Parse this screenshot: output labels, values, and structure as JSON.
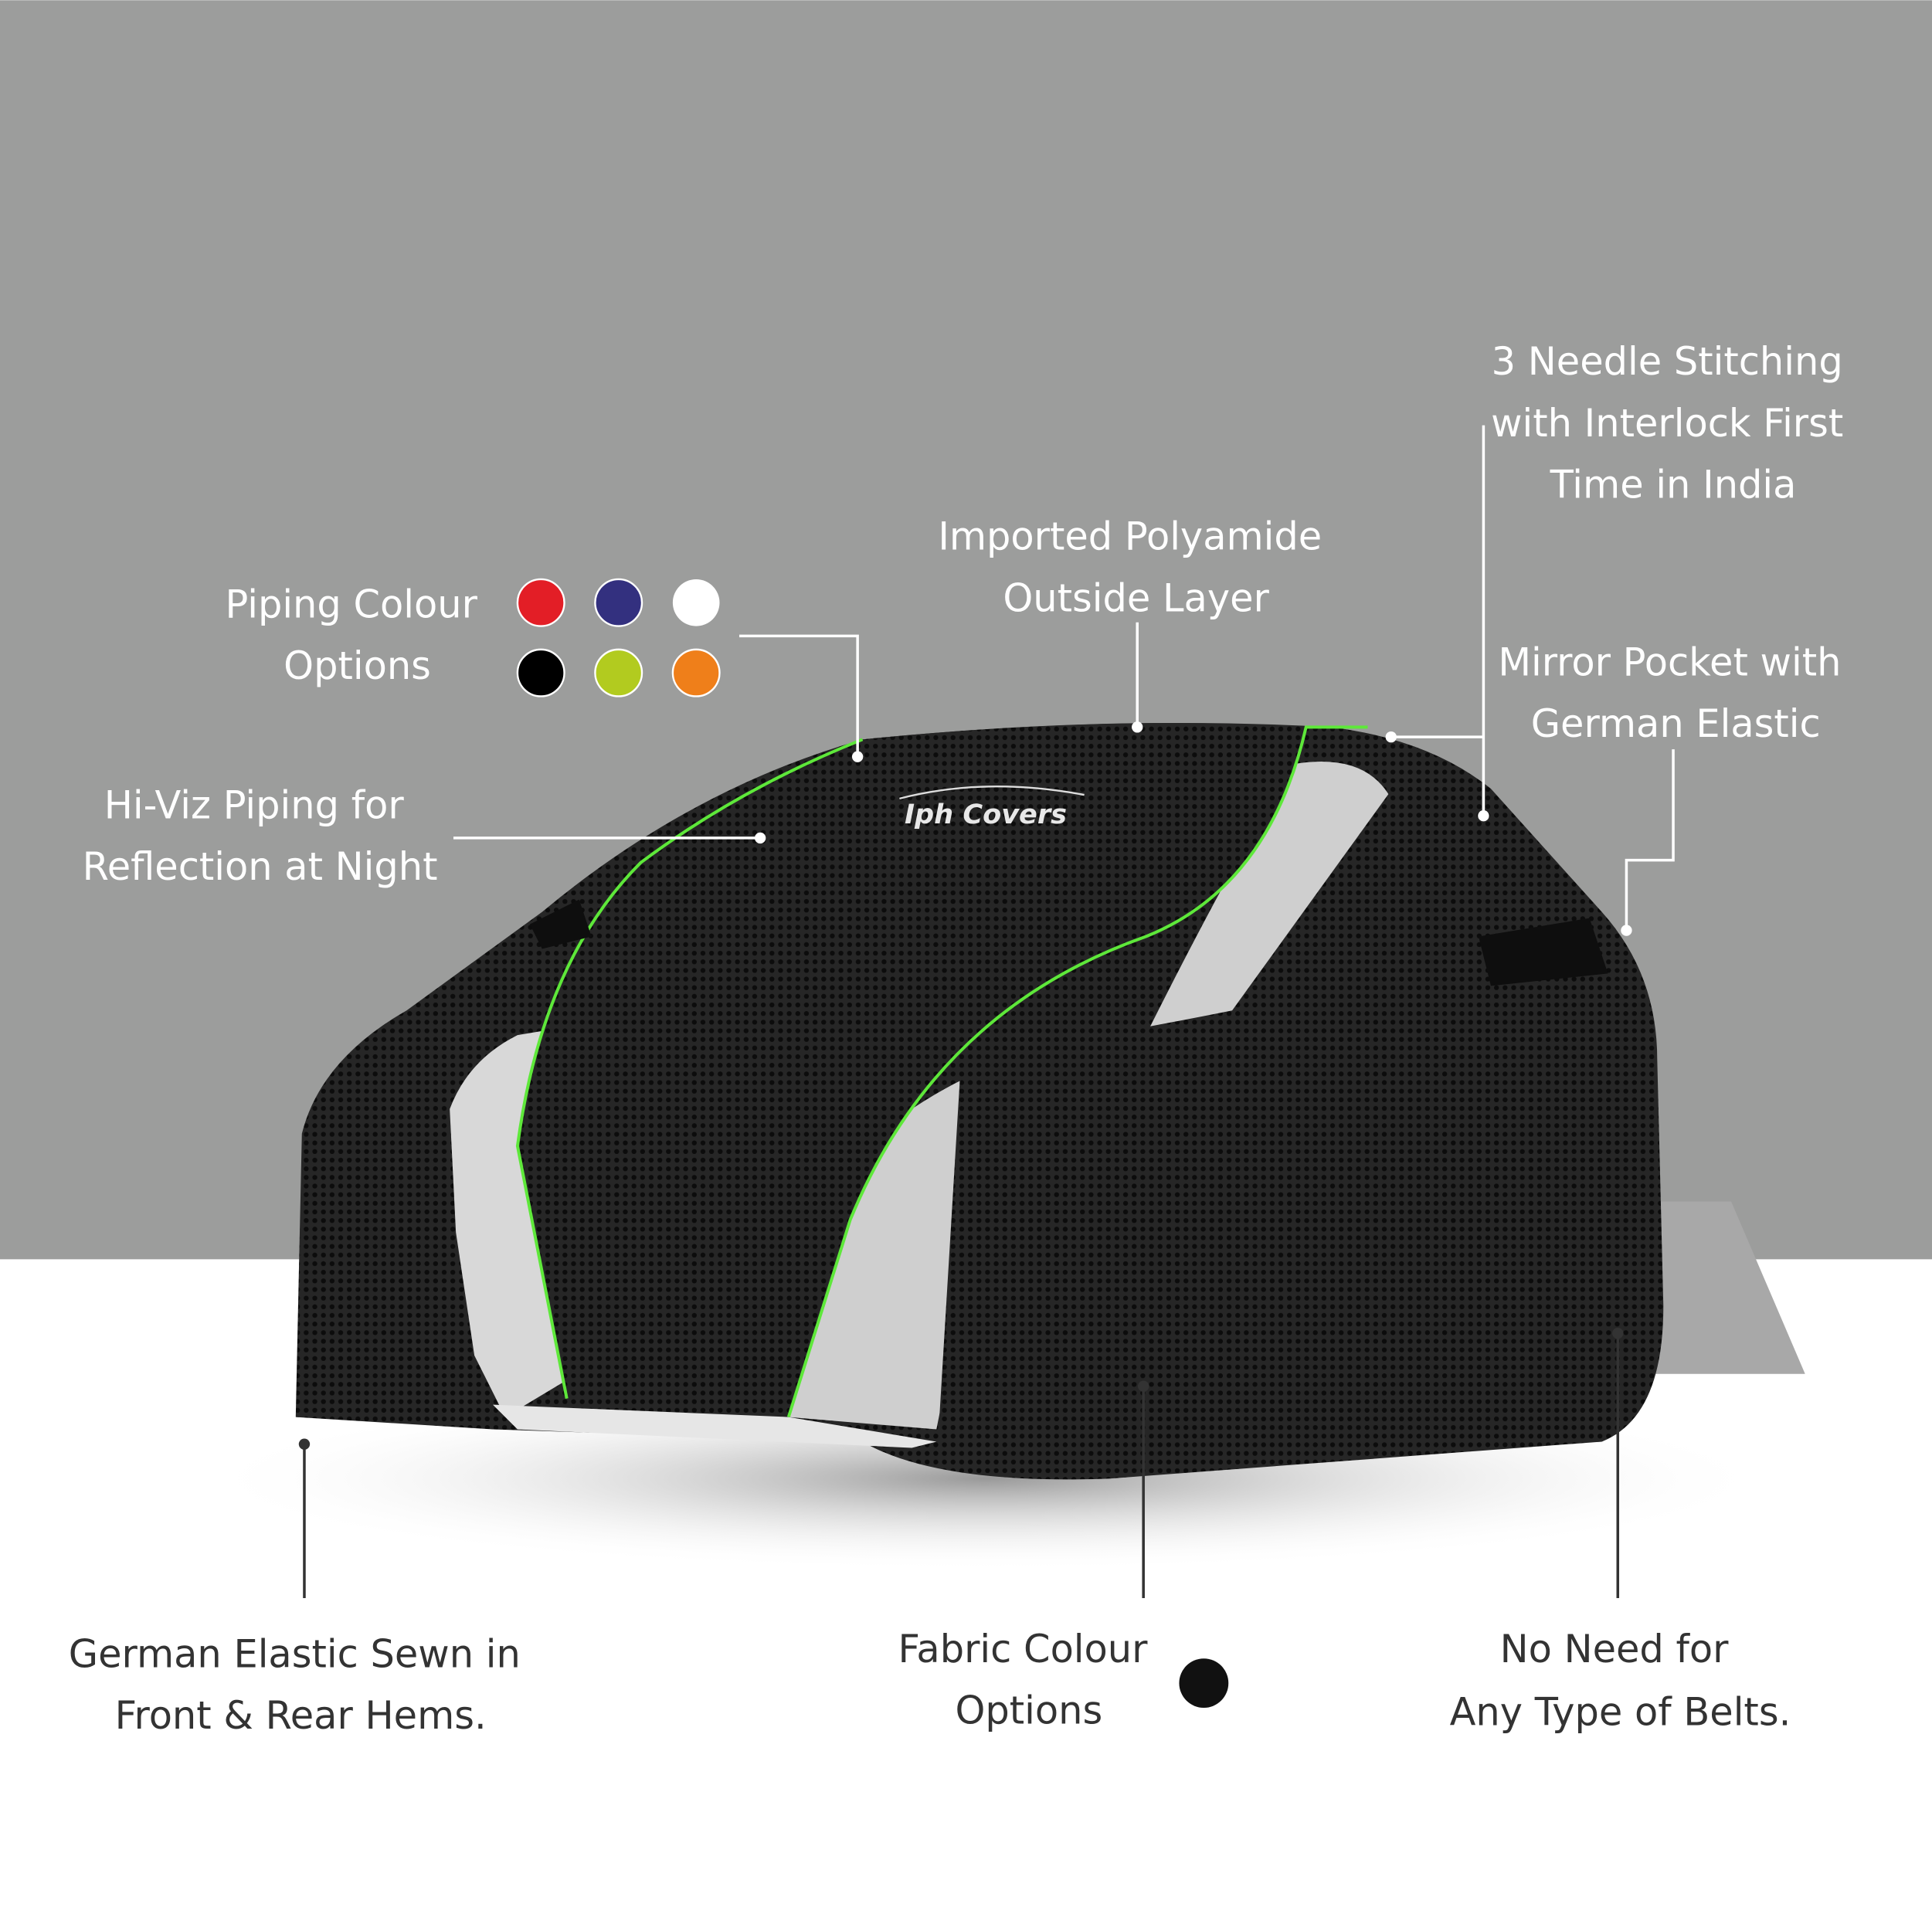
{
  "brand": {
    "logo_text": "Iph Covers"
  },
  "callouts": {
    "stitching": {
      "lines": [
        "3 Needle Stitching",
        "with Interlock First",
        "Time in India"
      ]
    },
    "polyamide": {
      "lines": [
        "Imported Polyamide",
        "Outside Layer"
      ]
    },
    "piping_colour": {
      "lines": [
        "Piping Colour",
        "Options"
      ],
      "colors": [
        "#e31e26",
        "#33307f",
        "#ffffff",
        "#000000",
        "#b2cb1f",
        "#ef7f1a"
      ]
    },
    "mirror_pocket": {
      "lines": [
        "Mirror Pocket with",
        "German Elastic"
      ]
    },
    "hi_viz": {
      "lines": [
        "Hi-Viz Piping for",
        "Reflection at Night"
      ]
    },
    "elastic_hems": {
      "lines": [
        "German Elastic Sewn in",
        "Front & Rear Hems."
      ]
    },
    "fabric_colour": {
      "lines": [
        "Fabric Colour",
        "Options"
      ],
      "colors": [
        "#111111"
      ]
    },
    "no_belts": {
      "lines": [
        "No Need for",
        "Any Type of Belts."
      ]
    }
  },
  "colors": {
    "background_top": "#9c9d9c",
    "background_bottom": "#ffffff",
    "piping": "#5ee83a",
    "cover": "#1c1c1c"
  }
}
